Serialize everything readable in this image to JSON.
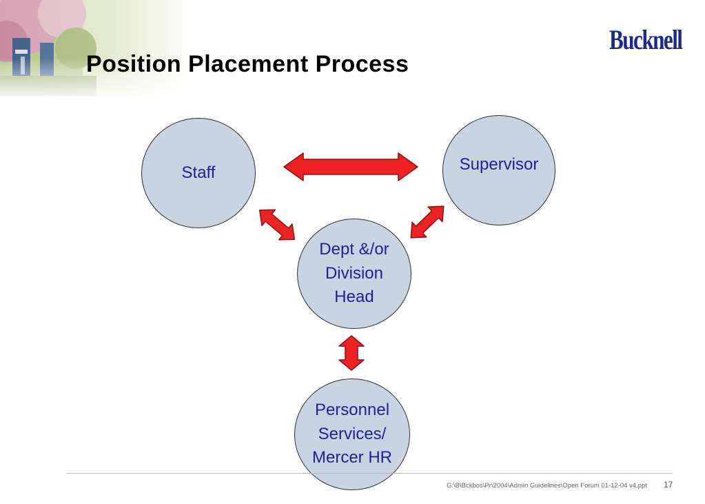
{
  "slide": {
    "title": "Position Placement Process",
    "logo_text": "Bucknell",
    "footer_path": "G:\\B\\Bckbos\\Pr\\2004\\Admin Guidelines\\Open Forum 01-12-04 v4.ppt",
    "page_number": "17"
  },
  "diagram": {
    "nodes": [
      {
        "id": "staff",
        "label": "Staff"
      },
      {
        "id": "supervisor",
        "label": "Supervisor"
      },
      {
        "id": "dept-head",
        "label": "Dept &/or\nDivision\nHead"
      },
      {
        "id": "personnel",
        "label": "Personnel\nServices/\nMercer HR"
      }
    ],
    "edges": [
      {
        "from": "staff",
        "to": "supervisor",
        "direction": "both"
      },
      {
        "from": "staff",
        "to": "dept-head",
        "direction": "both"
      },
      {
        "from": "supervisor",
        "to": "dept-head",
        "direction": "both"
      },
      {
        "from": "dept-head",
        "to": "personnel",
        "direction": "both"
      }
    ]
  },
  "colors": {
    "node_fill": "#c8d4e2",
    "node_text": "#1f1f99",
    "arrow_fill": "#ee2222",
    "arrow_stroke": "#8b1010",
    "logo": "#1b2a8c"
  }
}
